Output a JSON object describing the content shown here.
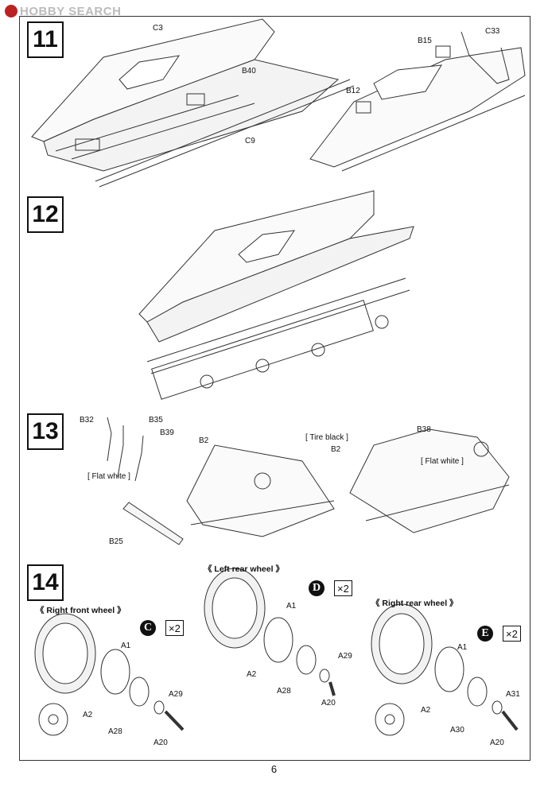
{
  "watermark": "HOBBY SEARCH",
  "page_number": "6",
  "steps": [
    {
      "number": "11",
      "labels": {
        "c3": "C3",
        "b40": "B40",
        "c9": "C9",
        "b15": "B15",
        "c33": "C33",
        "b12": "B12"
      }
    },
    {
      "number": "12"
    },
    {
      "number": "13",
      "labels": {
        "b32": "B32",
        "b35": "B35",
        "b39": "B39",
        "flat_white_1": "[ Flat white ]",
        "b2_left": "B2",
        "b25": "B25",
        "tire_black": "[ Tire black ]",
        "b38": "B38",
        "b2_right": "B2",
        "flat_white_2": "[ Flat white ]"
      }
    },
    {
      "number": "14",
      "left_rear_header": "《 Left rear wheel 》",
      "right_front_header": "《 Right front wheel 》",
      "right_rear_header": "《 Right rear wheel 》",
      "badges": {
        "c": "C",
        "d": "D",
        "e": "E",
        "times2": "×2"
      },
      "labels": {
        "rf_a1": "A1",
        "rf_a2": "A2",
        "rf_a29": "A29",
        "rf_a28": "A28",
        "rf_a20": "A20",
        "lr_a1": "A1",
        "lr_a2": "A2",
        "lr_a29": "A29",
        "lr_a28": "A28",
        "lr_a20": "A20",
        "rr_a1": "A1",
        "rr_a2": "A2",
        "rr_a31": "A31",
        "rr_a30": "A30",
        "rr_a20": "A20"
      }
    }
  ]
}
